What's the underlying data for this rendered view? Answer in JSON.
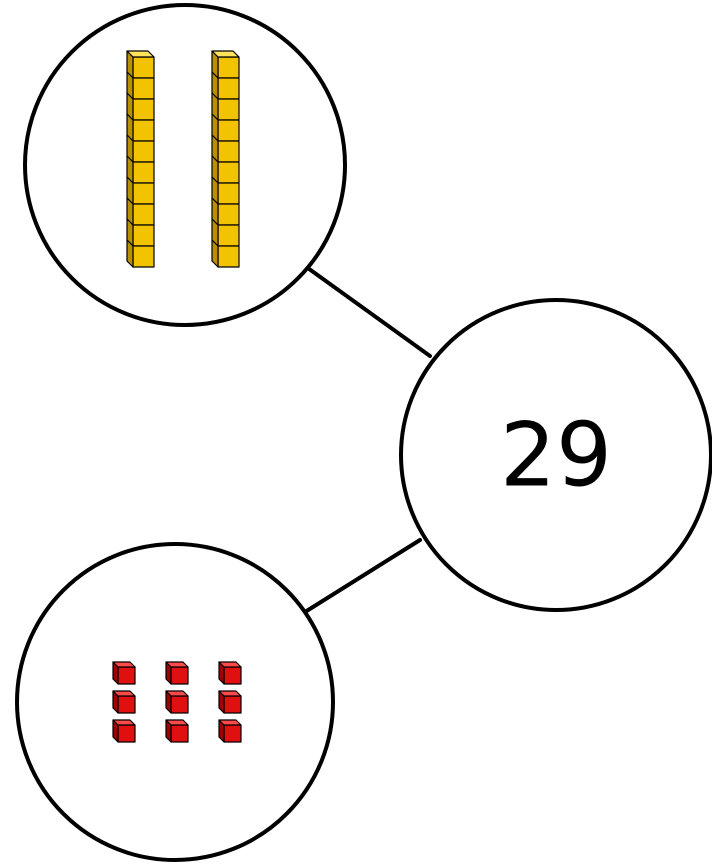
{
  "diagram": {
    "whole": {
      "value": "29"
    },
    "parts": [
      {
        "kind": "tens",
        "count": 2,
        "units_per_rod": 10,
        "color": "#f2c300",
        "icon": "ten-rod-icon"
      },
      {
        "kind": "ones",
        "count": 9,
        "color": "#e01010",
        "icon": "unit-cube-icon"
      }
    ]
  },
  "colors": {
    "outline": "#000000",
    "background": "#ffffff",
    "tens_face": "#f2c300",
    "tens_dark": "#b89000",
    "tens_light": "#ffe35a",
    "ones_face": "#e01010",
    "ones_dark": "#a00000",
    "ones_light": "#ff4a4a"
  }
}
